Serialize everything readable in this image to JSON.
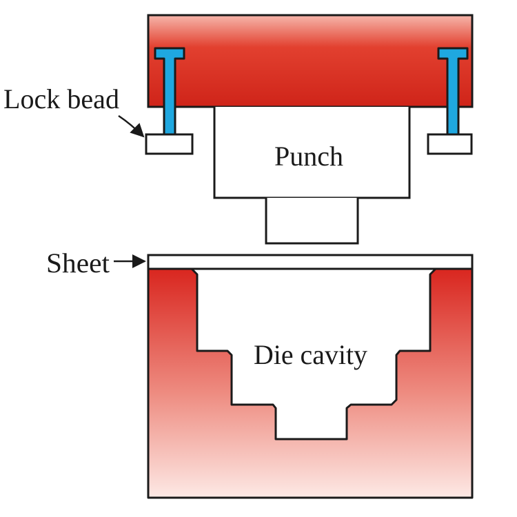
{
  "labels": {
    "lock_bead": "Lock bead",
    "punch": "Punch",
    "sheet": "Sheet",
    "die_cavity": "Die cavity"
  },
  "colors": {
    "die_red": "#d9261f",
    "bead_blue": "#1fa8e0",
    "outline": "#1a1a1a",
    "part_fill": "#ffffff"
  }
}
